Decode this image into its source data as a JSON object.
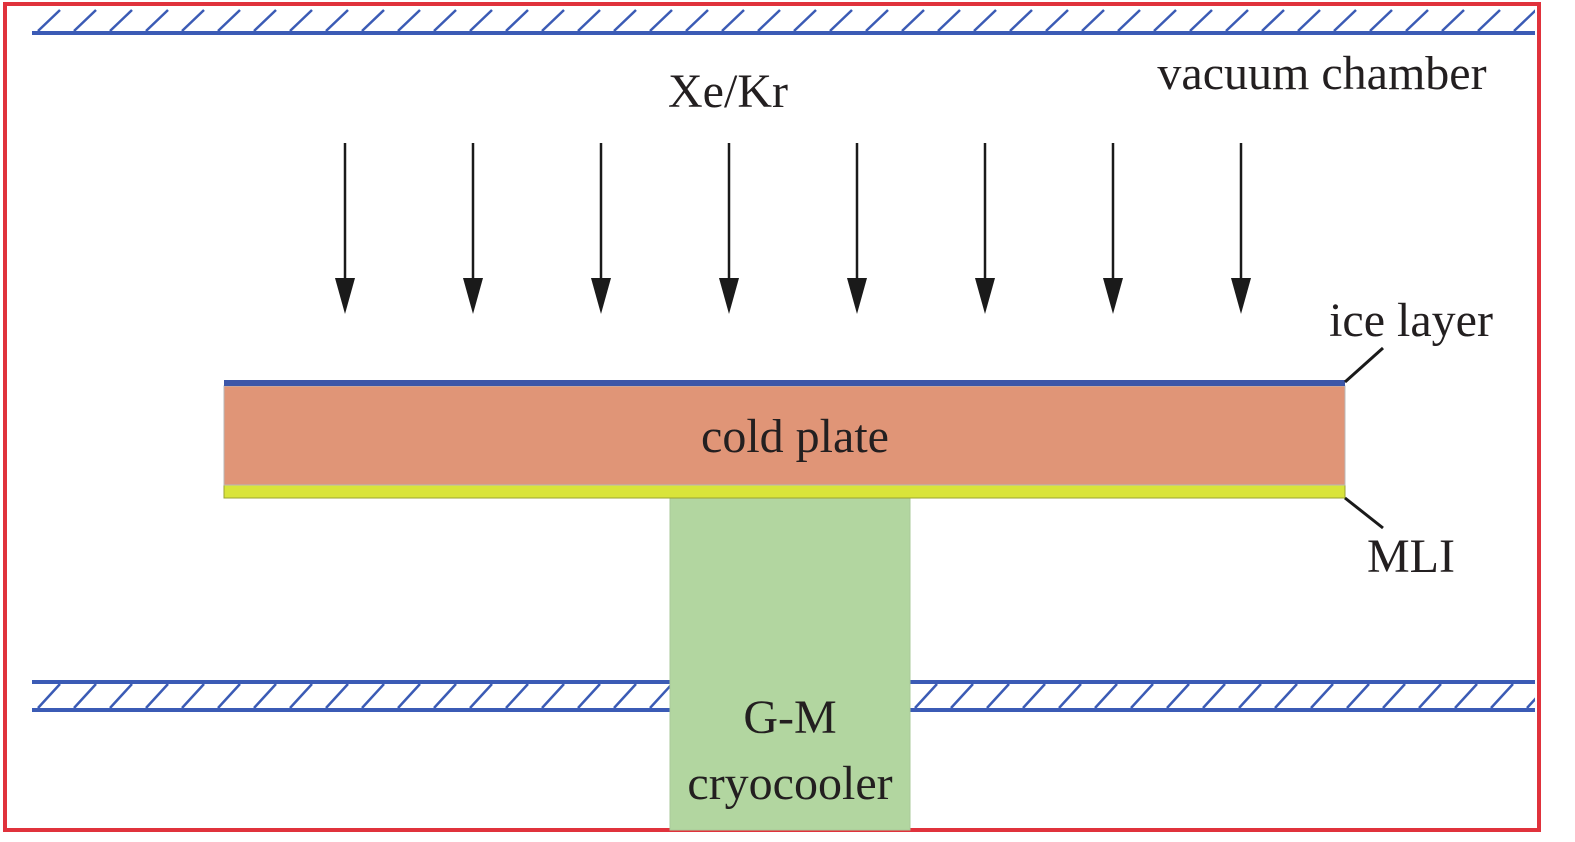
{
  "labels": {
    "chamber": "vacuum chamber",
    "gas": "Xe/Kr",
    "ice": "ice layer",
    "plate": "cold plate",
    "mli": "MLI",
    "cryo_line1": "G-M",
    "cryo_line2": "cryocooler"
  },
  "colors": {
    "chamber_border": "#e0323c",
    "wall_line": "#3b5bb5",
    "ice_layer": "#3c56a8",
    "cold_plate": "#e09577",
    "mli": "#d9e43a",
    "cryocooler": "#b2d6a0",
    "arrow": "#1a1a1a"
  },
  "gas_arrow_count": 8
}
